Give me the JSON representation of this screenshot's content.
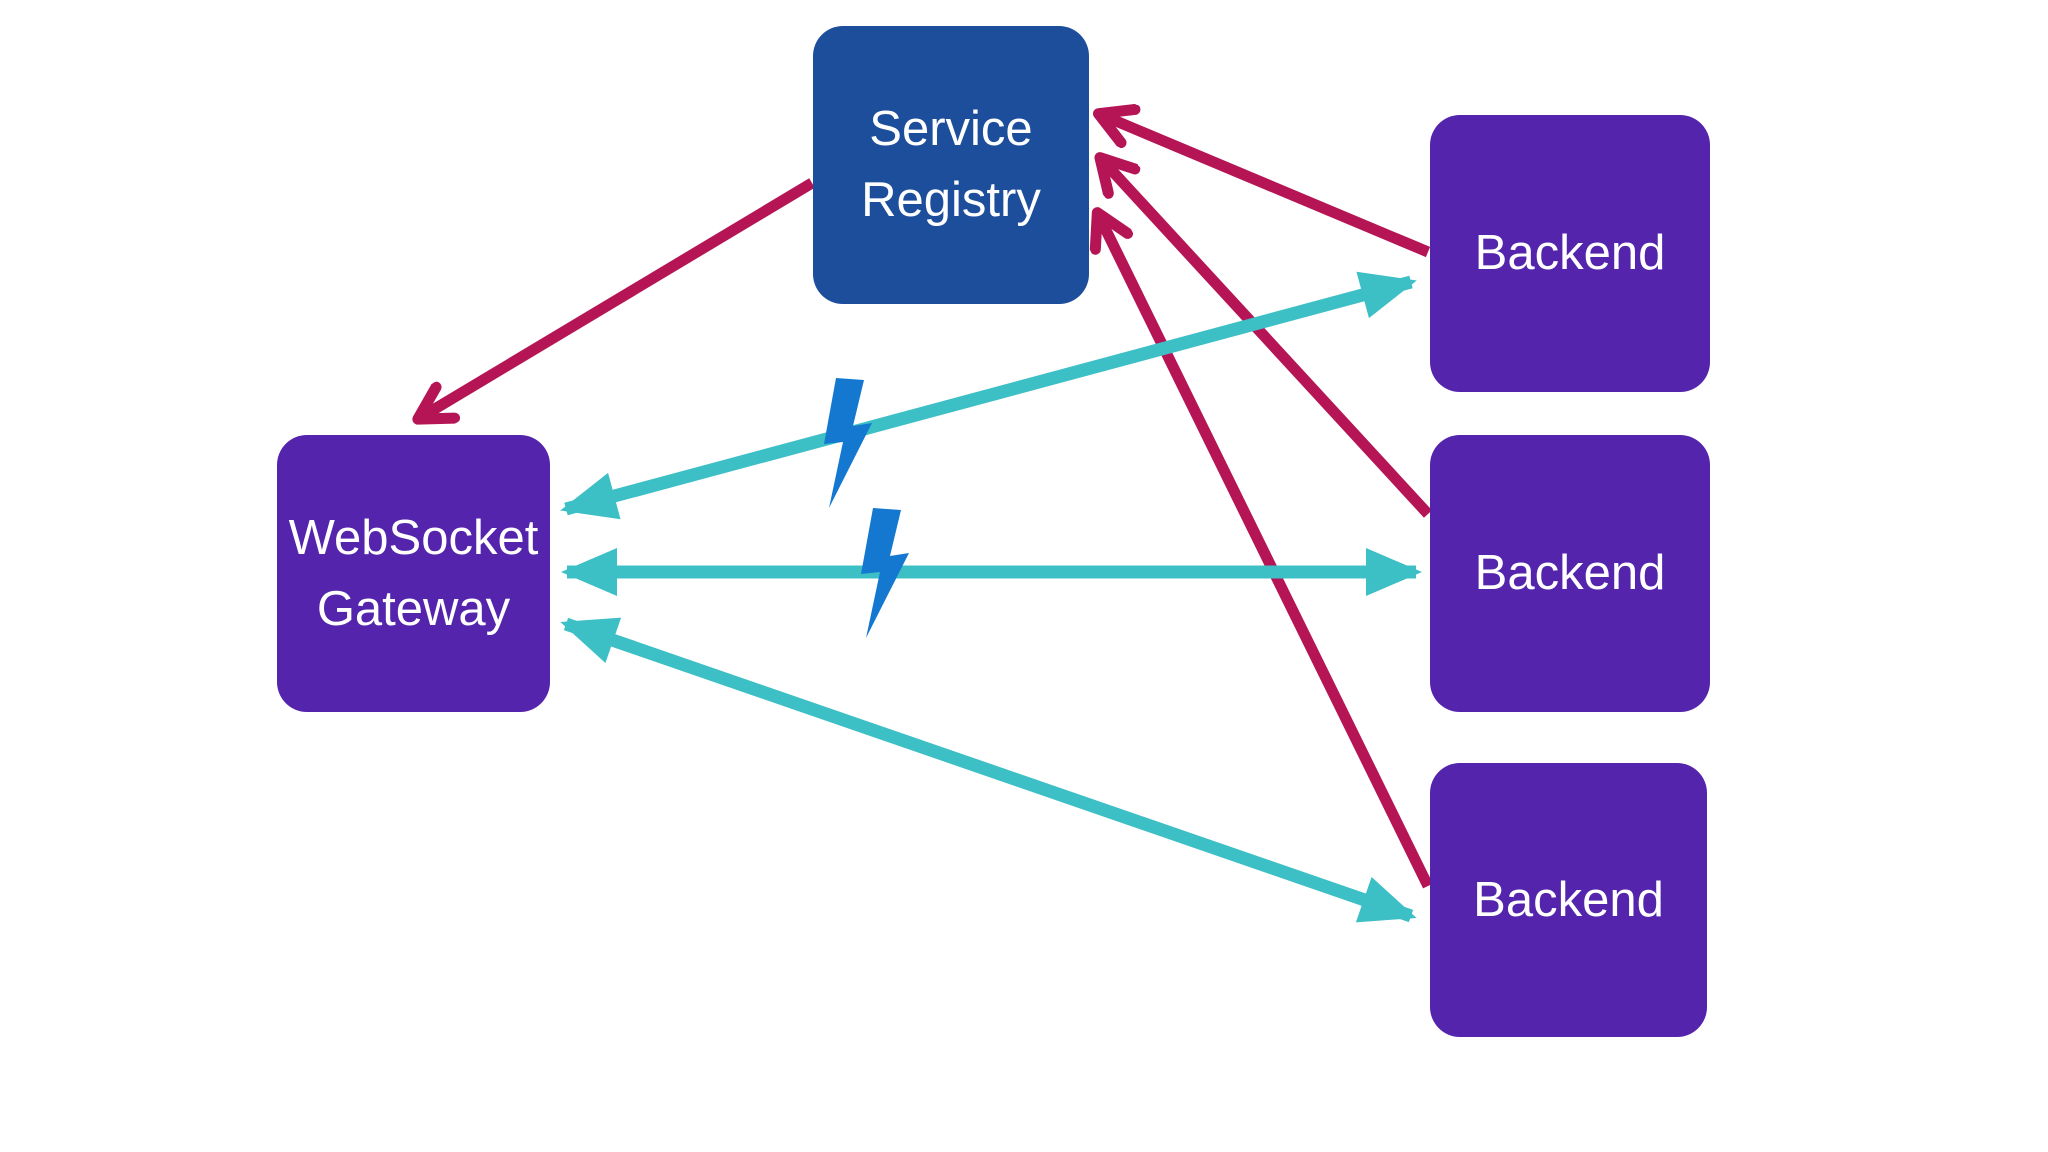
{
  "diagram": {
    "background": "#ffffff",
    "nodes": [
      {
        "id": "service-registry",
        "label": "Service Registry",
        "shape": "rounded-rect",
        "fill": "#1d4e9b",
        "text_color": "#ffffff"
      },
      {
        "id": "websocket-gateway",
        "label": "WebSocket Gateway",
        "shape": "rounded-rect",
        "fill": "#5424ad",
        "text_color": "#ffffff"
      },
      {
        "id": "backend-1",
        "label": "Backend",
        "shape": "rounded-rect",
        "fill": "#5424ad",
        "text_color": "#ffffff"
      },
      {
        "id": "backend-2",
        "label": "Backend",
        "shape": "rounded-rect",
        "fill": "#5424ad",
        "text_color": "#ffffff"
      },
      {
        "id": "backend-3",
        "label": "Backend",
        "shape": "rounded-rect",
        "fill": "#5424ad",
        "text_color": "#ffffff"
      }
    ],
    "edges": [
      {
        "from": "service-registry",
        "to": "websocket-gateway",
        "color": "#b51455",
        "heads": "end",
        "failure_bolt": false
      },
      {
        "from": "backend-1",
        "to": "service-registry",
        "color": "#b51455",
        "heads": "end",
        "failure_bolt": false
      },
      {
        "from": "backend-2",
        "to": "service-registry",
        "color": "#b51455",
        "heads": "end",
        "failure_bolt": false
      },
      {
        "from": "backend-3",
        "to": "service-registry",
        "color": "#b51455",
        "heads": "end",
        "failure_bolt": false
      },
      {
        "from": "websocket-gateway",
        "to": "backend-1",
        "color": "#3cbfc5",
        "heads": "both",
        "failure_bolt": true
      },
      {
        "from": "websocket-gateway",
        "to": "backend-2",
        "color": "#3cbfc5",
        "heads": "both",
        "failure_bolt": true
      },
      {
        "from": "websocket-gateway",
        "to": "backend-3",
        "color": "#3cbfc5",
        "heads": "both",
        "failure_bolt": false
      }
    ],
    "icons": [
      {
        "name": "lightning-bolt-icon",
        "color": "#1478d1",
        "count": 2
      }
    ],
    "colors": {
      "registry_blue": "#1d4e9b",
      "node_purple": "#5424ad",
      "arrow_crimson": "#b51455",
      "arrow_teal": "#3cbfc5",
      "bolt_blue": "#1478d1"
    }
  }
}
